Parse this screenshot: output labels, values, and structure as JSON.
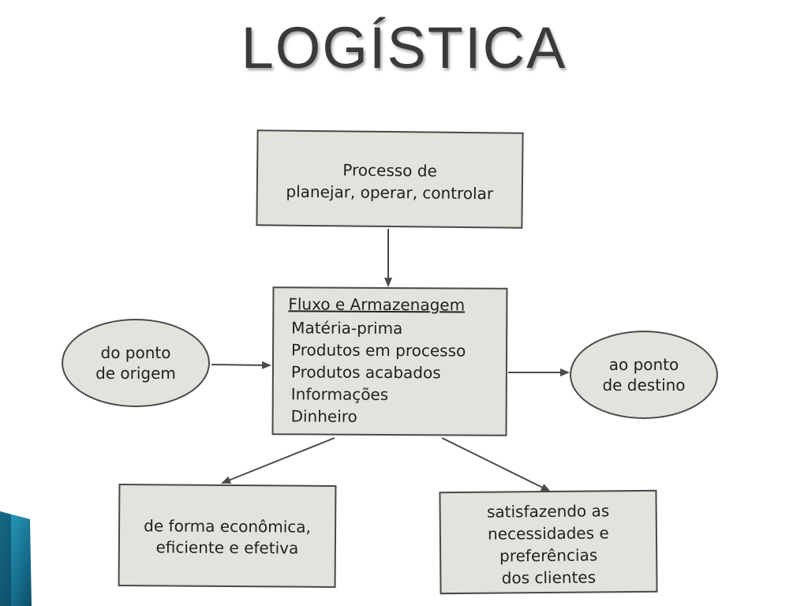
{
  "title": "LOGÍSTICA",
  "boxes": {
    "top": [
      "Processo de",
      "planejar, operar, controlar"
    ],
    "center_heading": "Fluxo e Armazenagem",
    "center_items": [
      "Matéria-prima",
      "Produtos em processo",
      "Produtos acabados",
      "Informações",
      "Dinheiro"
    ],
    "bottom_left": [
      "de forma econômica,",
      "eficiente e efetiva"
    ],
    "bottom_right": [
      "satisfazendo as",
      "necessidades e",
      "preferências",
      "dos clientes"
    ]
  },
  "ellipses": {
    "left": [
      "do ponto",
      "de origem"
    ],
    "right": [
      "ao ponto",
      "de destino"
    ]
  },
  "colors": {
    "box_fill": "#e3e2dc",
    "border": "#4a4a4a",
    "accent_teal": "#1a8fb0",
    "accent_dark": "#0d4f6b"
  }
}
